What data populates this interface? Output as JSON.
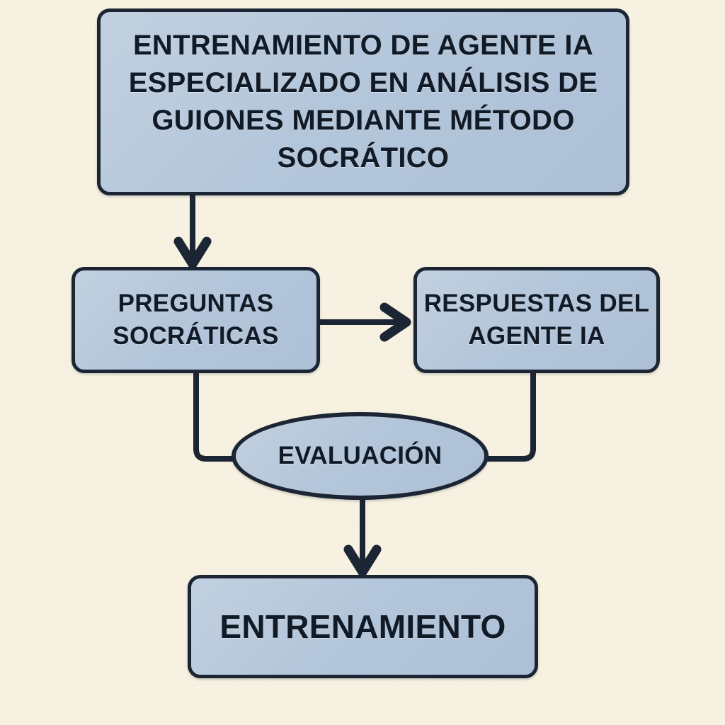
{
  "diagram": {
    "type": "flowchart",
    "language": "es",
    "background_color": "#f7f1e1",
    "node_fill_color": "#b4c6da",
    "node_border_color": "#1b2533",
    "text_color": "#111b27",
    "nodes": [
      {
        "id": "title",
        "shape": "rounded-rectangle",
        "label": "ENTRENAMIENTO DE AGENTE IA ESPECIALIZADO EN ANÁLISIS DE GUIONES MEDIANTE MÉTODO SOCRÁTICO"
      },
      {
        "id": "preguntas",
        "shape": "rounded-rectangle",
        "label": "PREGUNTAS SOCRÁTICAS"
      },
      {
        "id": "respuestas",
        "shape": "rounded-rectangle",
        "label": "RESPUESTAS DEL AGENTE IA"
      },
      {
        "id": "evaluacion",
        "shape": "ellipse",
        "label": "EVALUACIÓN"
      },
      {
        "id": "entrenamiento",
        "shape": "rounded-rectangle",
        "label": "ENTRENAMIENTO"
      }
    ],
    "edges": [
      {
        "id": "title-to-preguntas",
        "from": "title",
        "to": "preguntas",
        "style": "straight-vertical",
        "arrowhead": true
      },
      {
        "id": "preguntas-to-respuestas",
        "from": "preguntas",
        "to": "respuestas",
        "style": "straight-horizontal",
        "arrowhead": true
      },
      {
        "id": "preguntas-to-evaluacion",
        "from": "preguntas",
        "to": "evaluacion",
        "style": "elbow",
        "arrowhead": false
      },
      {
        "id": "respuestas-to-evaluacion",
        "from": "respuestas",
        "to": "evaluacion",
        "style": "elbow",
        "arrowhead": false
      },
      {
        "id": "evaluacion-to-entrenamiento",
        "from": "evaluacion",
        "to": "entrenamiento",
        "style": "straight-vertical",
        "arrowhead": true
      }
    ]
  }
}
